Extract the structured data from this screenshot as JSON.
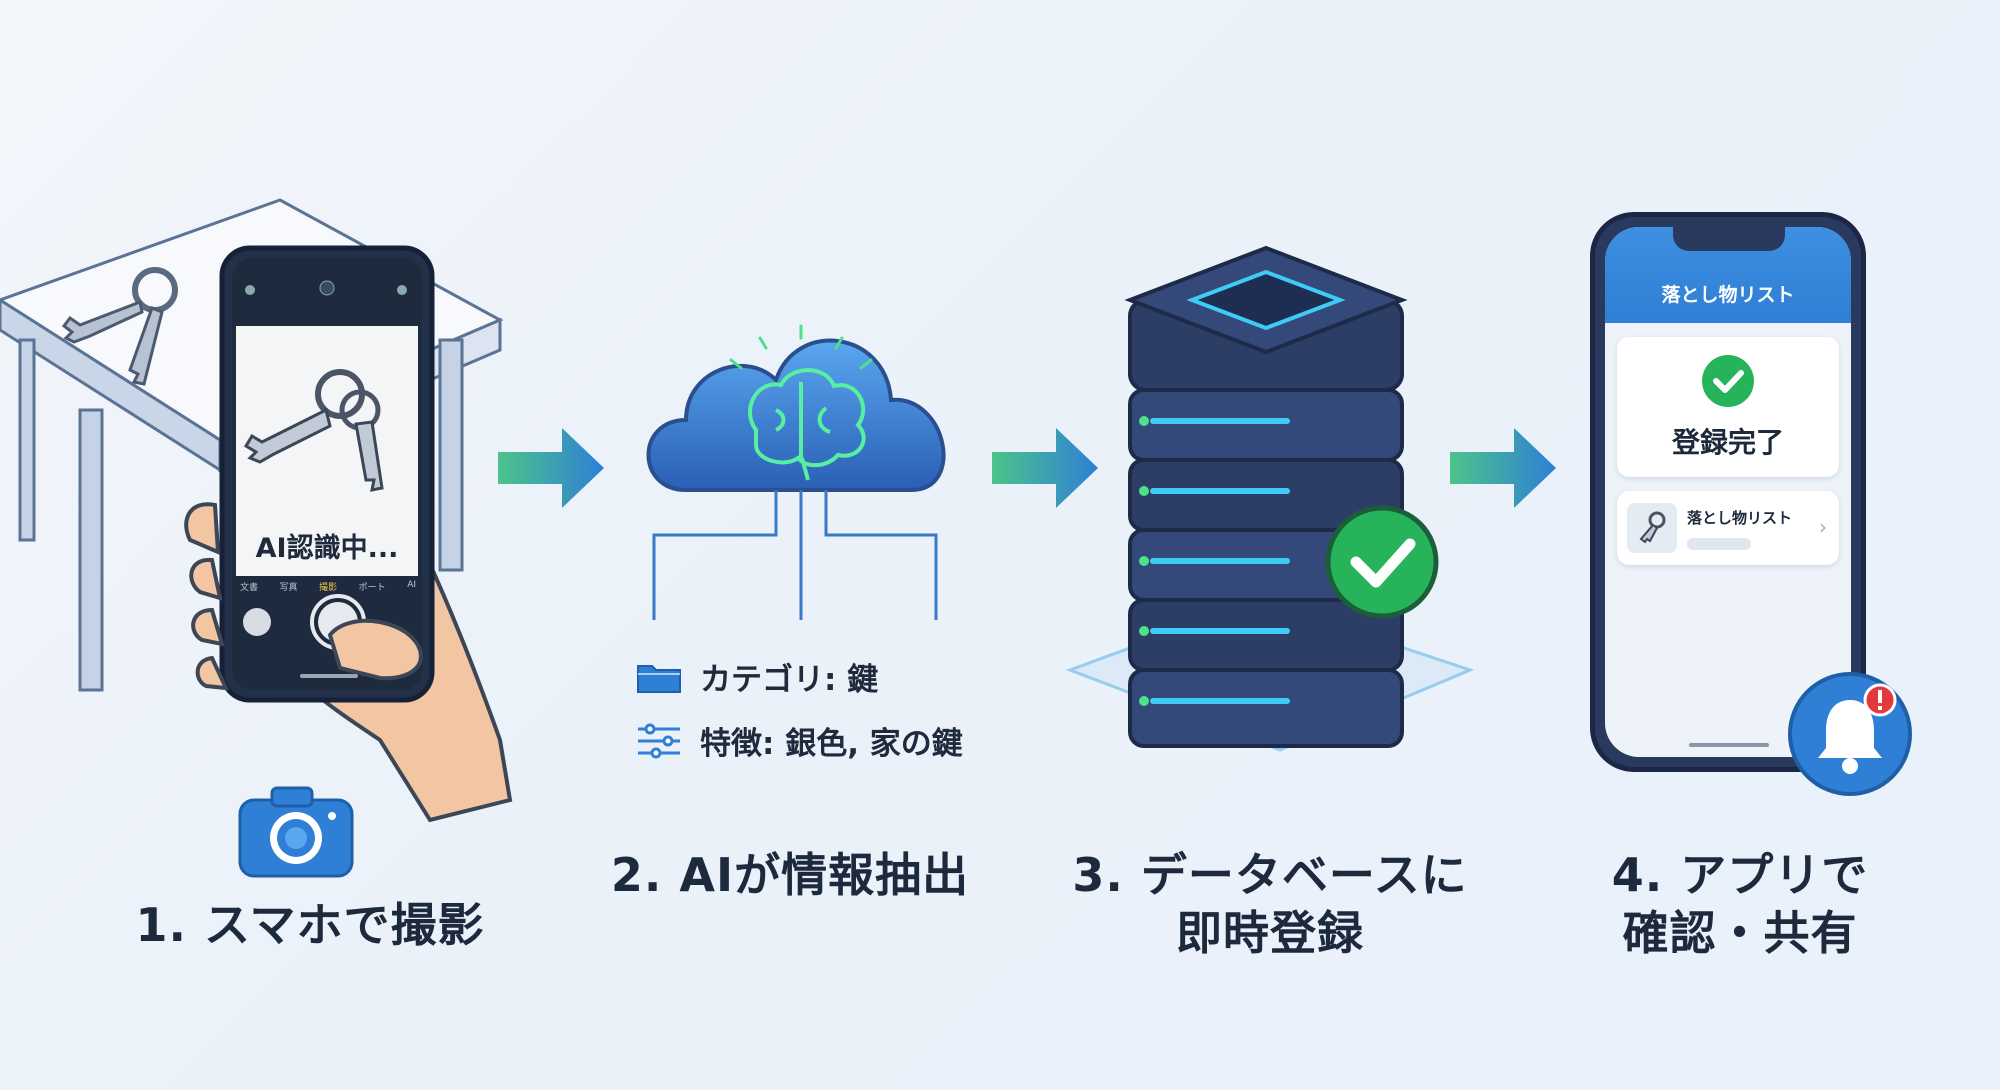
{
  "steps": [
    {
      "number": "1.",
      "title": "スマホで撮影"
    },
    {
      "number": "2.",
      "title": "AIが情報抽出"
    },
    {
      "number": "3.",
      "title_line1": "データベースに",
      "title_line2": "即時登録"
    },
    {
      "number": "4.",
      "title_line1": "アプリで",
      "title_line2": "確認・共有"
    }
  ],
  "camera_phone": {
    "status_text": "AI認識中...",
    "modes": [
      "文書",
      "写真",
      "撮影",
      "ポート",
      "AI"
    ],
    "active_mode_index": 2
  },
  "ai_extraction": {
    "category_text": "カテゴリ: 鍵",
    "features_text": "特徴: 銀色, 家の鍵",
    "category_icon": "folder-icon",
    "features_icon": "sliders-icon"
  },
  "app_phone": {
    "header_title": "落とし物リスト",
    "complete_text": "登録完了",
    "list_item_title": "落とし物リスト"
  },
  "colors": {
    "accent_blue": "#2f7fd6",
    "accent_green": "#27b35a",
    "dark_text": "#1d2a3d",
    "server_dark": "#2c3e66",
    "arrow_start": "#4cc38a",
    "arrow_end": "#2f7fd6"
  }
}
